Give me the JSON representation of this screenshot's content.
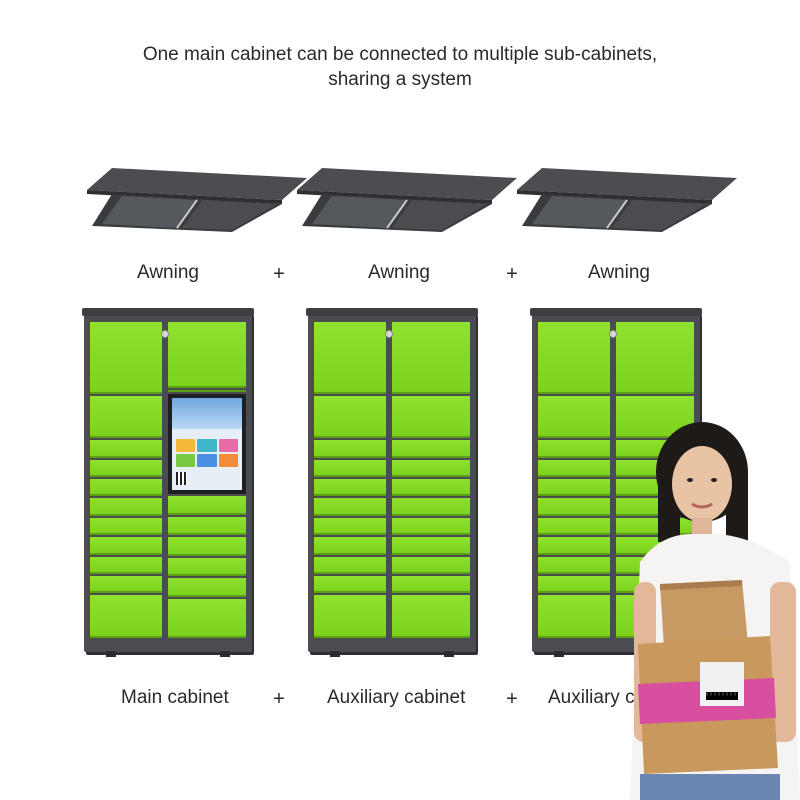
{
  "headline": {
    "line1": "One main cabinet can be connected to multiple sub-cabinets,",
    "line2": "sharing a system"
  },
  "awnings": [
    {
      "label": "Awning"
    },
    {
      "label": "Awning"
    },
    {
      "label": "Awning"
    }
  ],
  "cabinets": [
    {
      "label": "Main cabinet",
      "has_screen": true
    },
    {
      "label": "Auxiliary cabinet",
      "has_screen": false
    },
    {
      "label": "Auxiliary c",
      "has_screen": false
    }
  ],
  "separator": "+",
  "colors": {
    "door_green": "#86da25",
    "cabinet_frame": "#4a4c50",
    "awning": "#3a3b3e"
  }
}
